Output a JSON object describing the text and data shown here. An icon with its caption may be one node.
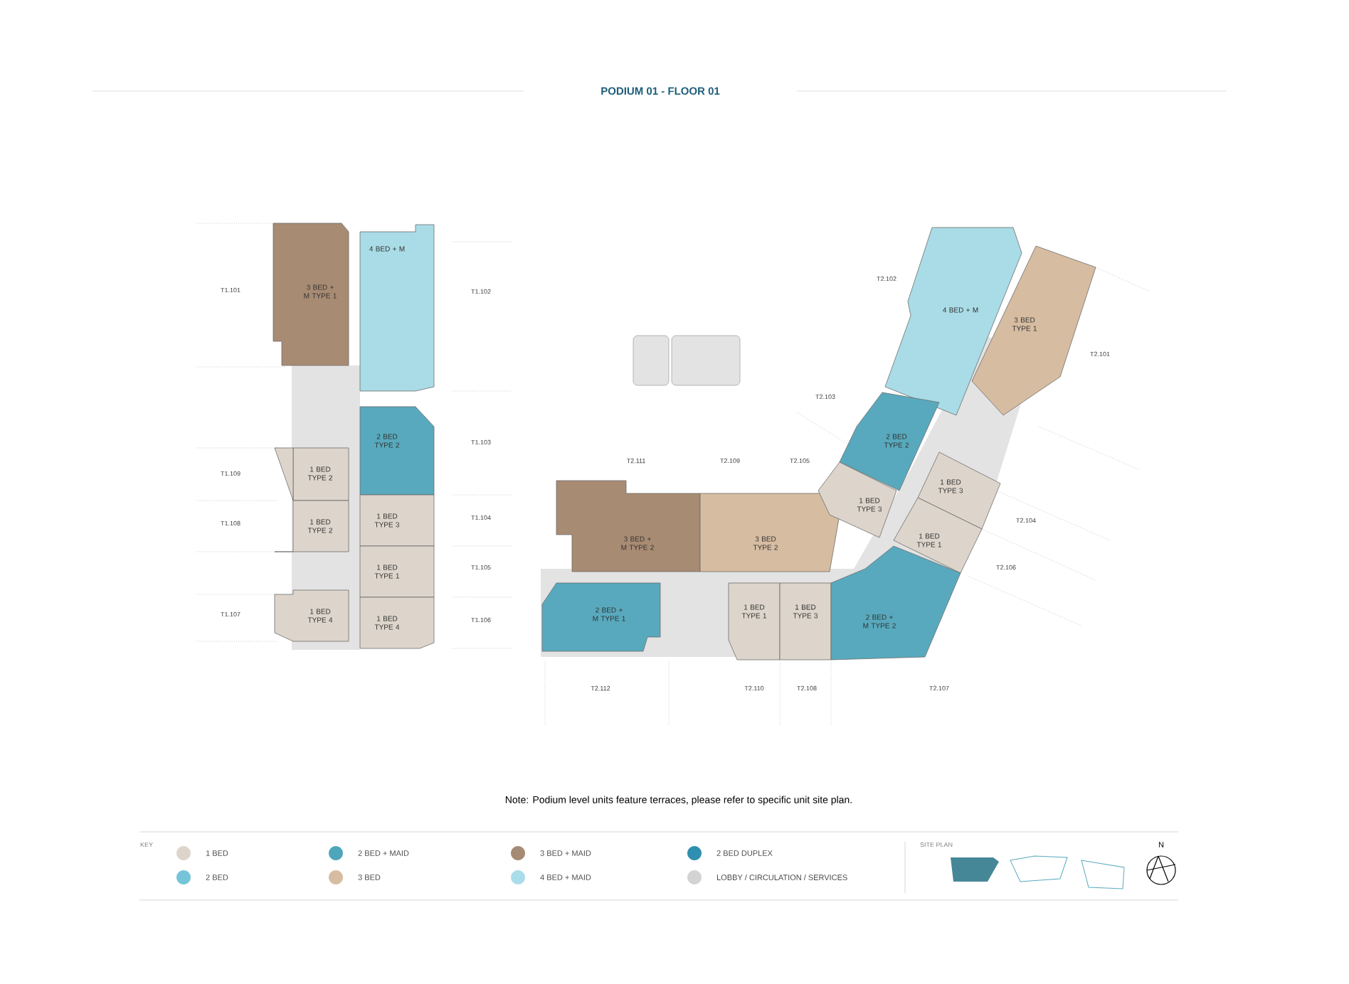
{
  "diagram": {
    "title": "PODIUM 01 - FLOOR 01",
    "nodes": [
      {
        "text": [
          "3 BED + M TYPE 1"
        ]
      },
      {
        "text": [
          "4 BED + M"
        ]
      },
      {
        "text": [
          "4 BED + M"
        ]
      },
      {
        "text": [
          "3 BED TYPE 1"
        ]
      },
      {
        "text": [
          "2 BED TYPE 2"
        ]
      },
      {
        "text": [
          "2 BED TYPE 2"
        ]
      },
      {
        "text": [
          "1 BED TYPE 2"
        ]
      },
      {
        "text": [
          "1 BED TYPE 3"
        ]
      },
      {
        "text": [
          "1 BED TYPE 3"
        ]
      },
      {
        "text": [
          "3 BED + M TYPE 2"
        ]
      },
      {
        "text": [
          "3 BED TYPE 2"
        ]
      },
      {
        "text": [
          "1 BED TYPE 2"
        ]
      },
      {
        "text": [
          "1 BED TYPE 3"
        ]
      },
      {
        "text": [
          "1 BED TYPE 1"
        ]
      },
      {
        "text": [
          "1 BED TYPE 1"
        ]
      },
      {
        "text": [
          "1 BED TYPE 4"
        ]
      },
      {
        "text": [
          "1 BED TYPE 4"
        ]
      },
      {
        "text": [
          "2 BED + M TYPE 1"
        ]
      },
      {
        "text": [
          "1 BED TYPE 1"
        ]
      },
      {
        "text": [
          "1 BED TYPE 3"
        ]
      },
      {
        "text": [
          "2 BED + M TYPE 2"
        ]
      }
    ],
    "labels": [
      "T1.101",
      "T1.102",
      "T2.102",
      "T2.101",
      "T2.103",
      "T1.103",
      "T2.111",
      "T2.109",
      "T2.105",
      "T1.109",
      "T1.108",
      "T1.104",
      "T2.104",
      "T1.105",
      "T2.106",
      "T1.107",
      "T1.106",
      "T2.112",
      "T2.110",
      "T2.108",
      "T2.107",
      "Note: Podium level units feature terraces, please refer to specific unit site plan.",
      "KEY",
      "SITE PLAN",
      "N"
    ],
    "legend": [
      {
        "text": "1 BED",
        "color": "#ddd5cb"
      },
      {
        "text": "2 BED + MAID",
        "color": "#4fa6bb"
      },
      {
        "text": "3 BED + MAID",
        "color": "#a58a74"
      },
      {
        "text": "2 BED DUPLEX",
        "color": "#2f8fb0"
      },
      {
        "text": "2 BED",
        "color": "#75c4d8"
      },
      {
        "text": "3 BED",
        "color": "#d6bca1"
      },
      {
        "text": "4 BED + MAID",
        "color": "#a9dde9"
      },
      {
        "text": "LOBBY / CIRCULATION / SERVICES",
        "color": "#d3d3d3"
      }
    ]
  }
}
